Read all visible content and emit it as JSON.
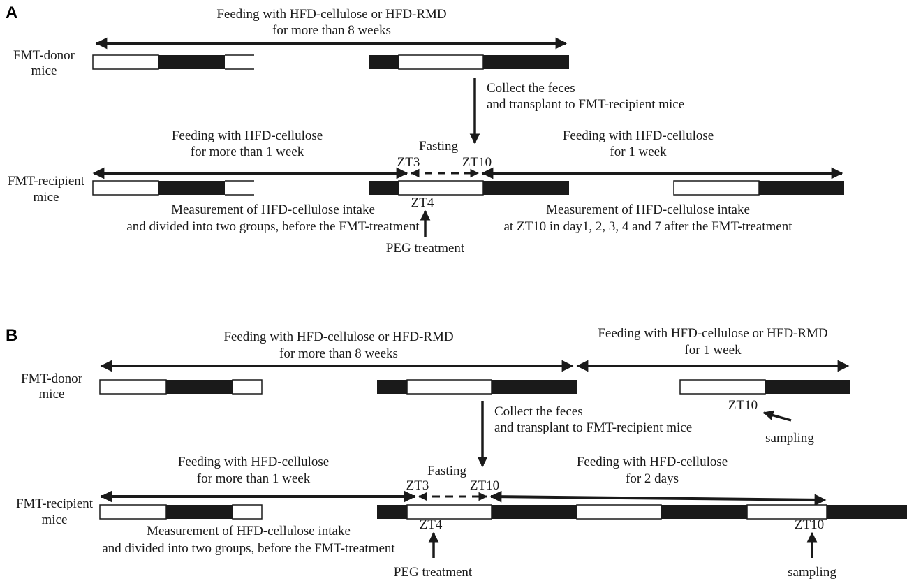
{
  "colors": {
    "ink": "#1a1a1a",
    "light": "#ffffff",
    "dark": "#1a1a1a"
  },
  "panels": [
    {
      "label": "A",
      "donor_label": [
        "FMT-donor",
        "mice"
      ],
      "recipient_label": [
        "FMT-recipient",
        "mice"
      ],
      "donor_feeding": [
        "Feeding with HFD-cellulose or HFD-RMD",
        "for more than 8 weeks"
      ],
      "collect": [
        "Collect the feces",
        "and transplant to FMT-recipient mice"
      ],
      "recipient_feeding_before": [
        "Feeding with HFD-cellulose",
        "for more than 1 week"
      ],
      "fasting": "Fasting",
      "zt3": "ZT3",
      "zt10": "ZT10",
      "zt4": "ZT4",
      "recipient_feeding_after": [
        "Feeding with HFD-cellulose",
        "for 1 week"
      ],
      "measure_before": [
        "Measurement of HFD-cellulose intake",
        "and divided into two groups, before the FMT-treatment"
      ],
      "peg": "PEG treatment",
      "measure_after": [
        "Measurement of HFD-cellulose intake",
        "at ZT10 in day1, 2, 3, 4 and 7 after the FMT-treatment"
      ]
    },
    {
      "label": "B",
      "donor_label": [
        "FMT-donor",
        "mice"
      ],
      "recipient_label": [
        "FMT-recipient",
        "mice"
      ],
      "donor_feeding": [
        "Feeding with HFD-cellulose or HFD-RMD",
        "for more than 8 weeks"
      ],
      "donor_feeding_after": [
        "Feeding with HFD-cellulose or HFD-RMD",
        "for 1 week"
      ],
      "donor_zt10": "ZT10",
      "donor_sampling": "sampling",
      "collect": [
        "Collect the feces",
        "and transplant to FMT-recipient mice"
      ],
      "recipient_feeding_before": [
        "Feeding with HFD-cellulose",
        "for more than 1 week"
      ],
      "fasting": "Fasting",
      "zt3": "ZT3",
      "zt10": "ZT10",
      "zt4": "ZT4",
      "recipient_feeding_after": [
        "Feeding with HFD-cellulose",
        "for 2 days"
      ],
      "measure_before": [
        "Measurement of HFD-cellulose intake",
        "and divided into two groups, before the FMT-treatment"
      ],
      "peg": "PEG treatment",
      "end_zt10": "ZT10",
      "end_sampling": "sampling"
    }
  ]
}
